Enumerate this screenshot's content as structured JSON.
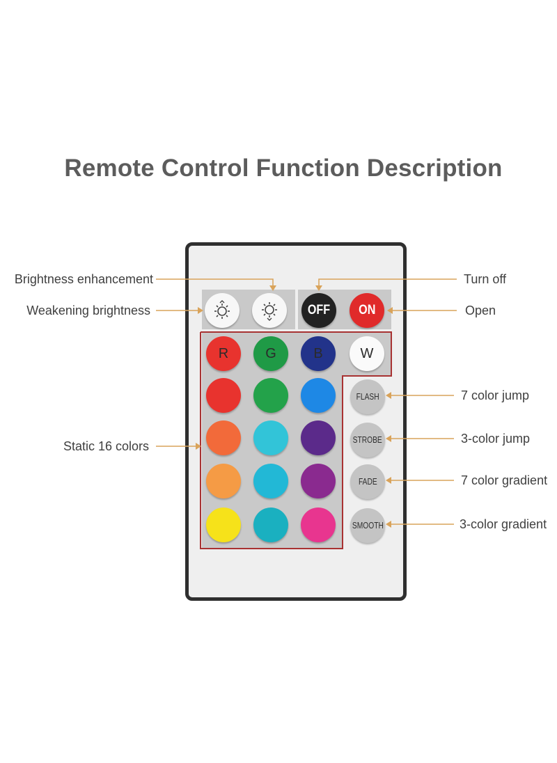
{
  "title": "Remote Control Function Description",
  "buttons": {
    "off": "OFF",
    "on": "ON",
    "r": "R",
    "g": "G",
    "b": "B",
    "w": "W",
    "flash": "FLASH",
    "strobe": "STROBE",
    "fade": "FADE",
    "smooth": "SMOOTH"
  },
  "labels": {
    "brightness_up": "Brightness enhancement",
    "brightness_down": "Weakening brightness",
    "static_colors": "Static 16 colors",
    "turn_off": "Turn off",
    "open": "Open",
    "flash": "7 color jump",
    "strobe": "3-color jump",
    "fade": "7 color gradient",
    "smooth": "3-color gradient"
  },
  "colors": {
    "accent_line": "#d9a35a",
    "frame": "#a83232",
    "remote_body": "#efefef",
    "panel": "#c9c9c9",
    "static": [
      "#e8332e",
      "#23a24a",
      "#1e88e5",
      "#f26a3a",
      "#32c4d8",
      "#5b2a8a",
      "#f59b45",
      "#22b8d6",
      "#8a2a8f",
      "#f6e21a",
      "#1ab0c0",
      "#e8358f"
    ]
  },
  "icons": {
    "brightness_up": "sun-up-icon",
    "brightness_down": "sun-down-icon"
  }
}
